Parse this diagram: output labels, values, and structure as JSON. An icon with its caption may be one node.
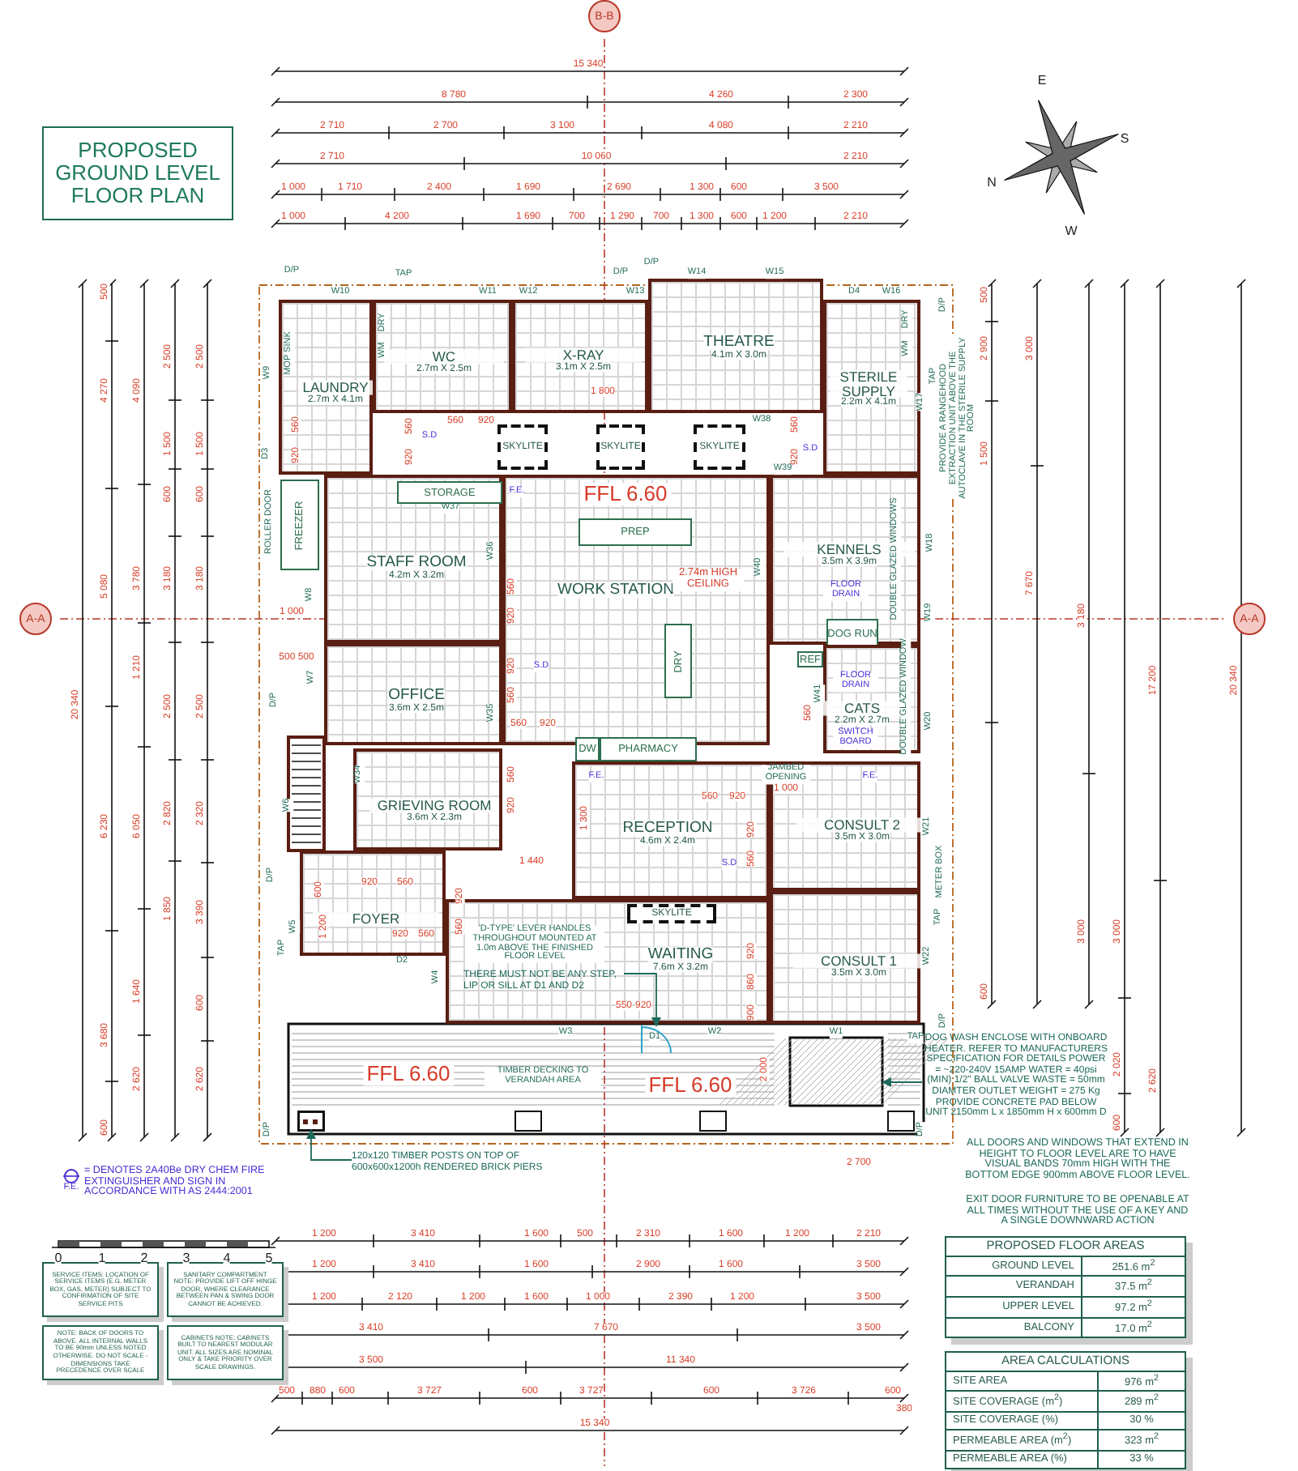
{
  "diagram": {
    "nodes": [
      {
        "text": [
          "PROPOSED GROUND LEVEL FLOOR PLAN"
        ]
      },
      {
        "text": [
          "LAUNDRY",
          "2.7m X 4.1m"
        ]
      },
      {
        "text": [
          "WC",
          "2.7m X 2.5m"
        ]
      },
      {
        "text": [
          "X-RAY",
          "3.1m X 2.5m"
        ]
      },
      {
        "text": [
          "THEATRE",
          "4.1m X 3.0m"
        ]
      },
      {
        "text": [
          "STERILE SUPPLY",
          "2.2m X 4.1m"
        ]
      },
      {
        "text": [
          "STAFF ROOM",
          "4.2m X 3.2m"
        ]
      },
      {
        "text": [
          "STORAGE"
        ],
        "in": 6
      },
      {
        "text": [
          "FREEZER"
        ]
      },
      {
        "text": [
          "WORK STATION"
        ]
      },
      {
        "text": [
          "PREP"
        ],
        "in": 9
      },
      {
        "text": [
          "DRY"
        ],
        "in": 9
      },
      {
        "text": [
          "KENNELS",
          "3.5m X 3.9m"
        ]
      },
      {
        "text": [
          "DOG RUN"
        ],
        "in": 12
      },
      {
        "text": [
          "REF"
        ]
      },
      {
        "text": [
          "OFFICE",
          "3.6m X 2.5m"
        ]
      },
      {
        "text": [
          "CATS",
          "2.2m X 2.7m"
        ]
      },
      {
        "text": [
          "GRIEVING ROOM",
          "3.6m X 2.3m"
        ]
      },
      {
        "text": [
          "DW"
        ]
      },
      {
        "text": [
          "PHARMACY"
        ]
      },
      {
        "text": [
          "RECEPTION",
          "4.6m X 2.4m"
        ]
      },
      {
        "text": [
          "CONSULT 2",
          "3.5m X 3.0m"
        ]
      },
      {
        "text": [
          "FOYER"
        ]
      },
      {
        "text": [
          "WAITING",
          "7.6m X 3.2m"
        ]
      },
      {
        "text": [
          "SKYLITE"
        ]
      },
      {
        "text": [
          "SKYLITE"
        ]
      },
      {
        "text": [
          "SKYLITE"
        ]
      },
      {
        "text": [
          "SKYLITE"
        ],
        "in": 23
      },
      {
        "text": [
          "CONSULT 1",
          "3.5m X 3.0m"
        ]
      },
      {
        "text": [],
        "shape": "box"
      },
      {
        "text": [],
        "shape": "door"
      },
      {
        "text": [],
        "shape": "box"
      },
      {
        "text": [
          "120x120 TIMBER POSTS ON TOP OF 600x600x1200h RENDERED BRICK PIERS"
        ]
      },
      {
        "text": [
          "THERE MUST NOT BE ANY STEP, LIP OR SILL AT D1 AND D2"
        ],
        "in": 23
      },
      {
        "text": [
          "DOG WASH ENCLOSE WITH ONBOARD HEATER. REFER TO MANUFACTURERS SPECIFICATION FOR DETAILS POWER = ~220-240V 15AMP WATER = 40psi (MIN) 1/2\" BALL VALVE WASTE = 50mm DIAMTER OUTLET WEIGHT = 275 Kg PROVIDE CONCRETE PAD BELOW UNIT 2150mm L x 1850mm H x 600mm D"
        ]
      },
      {
        "text": [
          "SERVICE ITEMS: LOCATION OF SERVICE ITEMS (E.G. METER BOX, GAS, METER) SUBJECT TO CONFIRMATION OF SITE SERVICE PITS"
        ]
      },
      {
        "text": [
          "SANITARY COMPARTMENT NOTE: PROVIDE LIFT OFF HINGE DOOR, WHERE CLEARANCE BETWEEN PAN & SWING DOOR CANNOT BE ACHIEVED."
        ]
      },
      {
        "text": [
          "NOTE: BACK OF DOORS TO ABOVE. ALL INTERNAL WALLS TO BE 90mm UNLESS NOTED OTHERWISE. DO NOT SCALE - DIMENSIONS TAKE PRECEDENCE OVER SCALE"
        ]
      },
      {
        "text": [
          "CABINETS NOTE: CABINETS BUILT TO NEAREST MODULAR UNIT. ALL SIZES ARE NOMINAL ONLY & TAKE PRIORITY OVER SCALE DRAWINGS."
        ]
      }
    ],
    "edges": [
      {
        "from": 32,
        "to": 29,
        "arrow": "to"
      },
      {
        "from": 33,
        "to": 30,
        "arrow": "to"
      },
      {
        "from": 34,
        "to": 31,
        "arrow": "to"
      }
    ],
    "labels": [
      "15 340",
      "8 780",
      "4 260",
      "2 300",
      "2 710",
      "2 700",
      "3 100",
      "4 080",
      "2 210",
      "2 710",
      "10 060",
      "2 210",
      "1 000",
      "1 710",
      "2 400",
      "1 690",
      "2 690",
      "1 300",
      "600",
      "3 500",
      "1 000",
      "4 200",
      "1 690",
      "700",
      "1 290",
      "700",
      "1 300",
      "600",
      "1 200",
      "2 210",
      "500",
      "4 270",
      "5 080",
      "6 230",
      "3 680",
      "600",
      "20 340",
      "4 090",
      "3 780",
      "1 210",
      "6 050",
      "1 640",
      "2 620",
      "2 500",
      "1 500",
      "600",
      "3 180",
      "2 500",
      "2 820",
      "1 850",
      "2 500",
      "1 500",
      "600",
      "3 180",
      "2 500",
      "2 320",
      "3 390",
      "600",
      "2 620",
      "500",
      "2 900",
      "1 500",
      "3 000",
      "7 670",
      "3 180",
      "3 000",
      "3 000",
      "17 200",
      "20 340",
      "600",
      "2 020",
      "2 620",
      "600",
      "1 200",
      "3 410",
      "1 600",
      "500",
      "2 310",
      "1 600",
      "1 200",
      "2 210",
      "1 200",
      "3 410",
      "1 600",
      "2 900",
      "1 600",
      "3 500",
      "1 200",
      "2 120",
      "1 200",
      "1 600",
      "1 000",
      "2 390",
      "1 200",
      "3 500",
      "3 410",
      "7 670",
      "3 500",
      "3 500",
      "11 340",
      "500",
      "880",
      "600",
      "3 727",
      "600",
      "3 727",
      "600",
      "3 726",
      "600",
      "380",
      "15 340",
      "0",
      "1",
      "2",
      "3",
      "4",
      "5",
      "E",
      "S",
      "N",
      "W",
      "D/P",
      "W10",
      "TAP",
      "W11",
      "W12",
      "D/P",
      "W13",
      "D/P",
      "W14",
      "W15",
      "D4",
      "W16",
      "D/P",
      "W9",
      "MOP SINK",
      "D3",
      "DRY",
      "WM",
      "DRY",
      "WM",
      "TAP",
      "W17",
      "PROVIDE A RANGEHOOD EXTRACTION UNIT ABOVE THE AUTOCLAVE IN THE STERILE SUPPLY ROOM",
      "1 800",
      "560",
      "920",
      "560",
      "920",
      "560",
      "920",
      "W38",
      "560",
      "920",
      "W39",
      "S.D",
      "S.D",
      "F.E.",
      "W37",
      "ROLLER DOOR",
      "W36",
      "W40",
      "FLOOR DRAIN",
      "DOUBLE GLAZED WINDOWS",
      "W18",
      "W19",
      "1 000",
      "W8",
      "560",
      "920",
      "920",
      "560",
      "S.D",
      "500 500",
      "W7",
      "D/P",
      "W41",
      "560",
      "FLOOR DRAIN",
      "DOUBLE GLAZED WINDOW",
      "W20",
      "SWITCH BOARD",
      "W35",
      "W34",
      "560",
      "920",
      "F.E.",
      "F.E.",
      "JAMBED OPENING",
      "1 000",
      "560",
      "920",
      "1 300",
      "1 440",
      "560",
      "920",
      "920",
      "560",
      "S.D",
      "W21",
      "METER BOX",
      "TAP",
      "W22",
      "W6",
      "D/P",
      "600",
      "W5",
      "1 200",
      "TAP",
      "920",
      "560",
      "920",
      "560",
      "920",
      "560",
      "D2",
      "W4",
      "920",
      "860",
      "900",
      "550",
      "920",
      "W3",
      "D1",
      "W2",
      "W1",
      "TAP",
      "2 000",
      "2 700",
      "D/P",
      "D/P",
      "D/P",
      "FFL 6.60",
      "FFL 6.60",
      "FFL 6.60",
      "2.74m HIGH CEILING",
      "TIMBER DECKING TO VERANDAH AREA",
      "'D-TYPE' LEVER HANDLES THROUGHOUT MOUNTED AT 1.0m ABOVE THE FINISHED FLOOR LEVEL",
      "ALL DOORS AND WINDOWS THAT EXTEND IN HEIGHT TO FLOOR LEVEL ARE TO HAVE VISUAL BANDS 70mm HIGH WITH THE BOTTOM EDGE 900mm ABOVE FLOOR LEVEL.",
      "EXIT DOOR FURNITURE TO BE OPENABLE AT ALL TIMES WITHOUT THE USE OF A KEY AND A SINGLE DOWNWARD ACTION",
      "PROPOSED FLOOR AREAS",
      "GROUND LEVEL",
      "251.6 m$^{2}$",
      "VERANDAH",
      "37.5 m$^{2}$",
      "UPPER LEVEL",
      "97.2 m$^{2}$",
      "BALCONY",
      "17.0 m$^{2}$",
      "AREA CALCULATIONS",
      "SITE AREA",
      "976 m$^{2}$",
      "SITE COVERAGE (m$^{2}$)",
      "289 m$^{2}$",
      "SITE COVERAGE (%)",
      "30 %",
      "PERMEABLE AREA (m$^{2}$)",
      "323 m$^{2}$",
      "PERMEABLE AREA (%)",
      "33 %",
      "B-B",
      "A-A",
      "A-A",
      "F.E."
    ],
    "legend": [
      {
        "text": "= DENOTES 2A40Be DRY CHEM FIRE EXTINGUISHER AND SIGN IN ACCORDANCE WITH AS 2444:2001"
      }
    ]
  }
}
